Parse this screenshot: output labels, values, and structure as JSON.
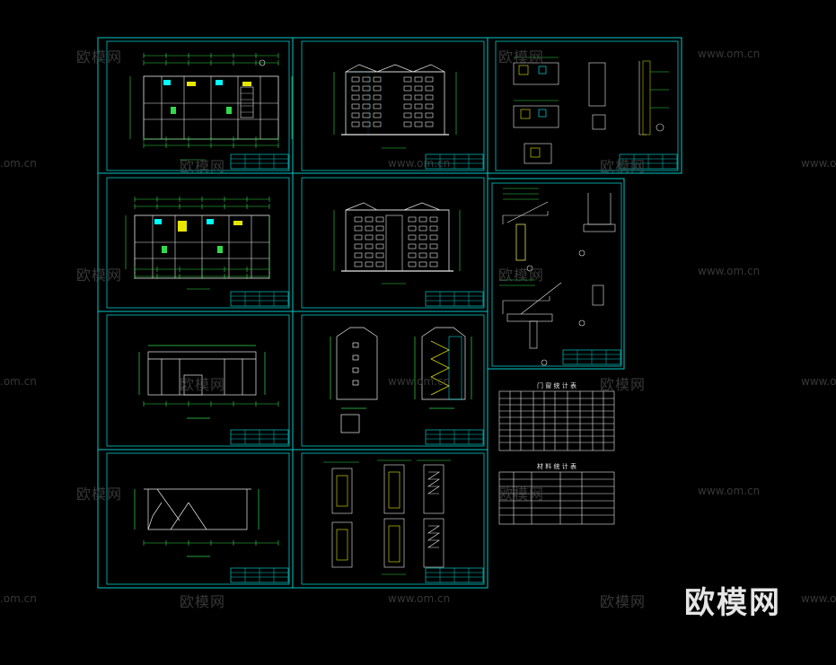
{
  "colors": {
    "background": "#000000",
    "frame": "#00c8c8",
    "lines": "#e8e8e8",
    "accent_green": "#32d94a",
    "accent_yellow": "#e6e600",
    "accent_cyan": "#00ffff",
    "watermark": "#4a4a4a"
  },
  "watermarks": {
    "cn": "欧模网",
    "url": "www.om.cn",
    "url_left": ".om.cn"
  },
  "logo": "欧模网",
  "tables": {
    "door_window_schedule": "门 窗 统 计 表",
    "material_schedule": "材 料 统 计 表"
  }
}
